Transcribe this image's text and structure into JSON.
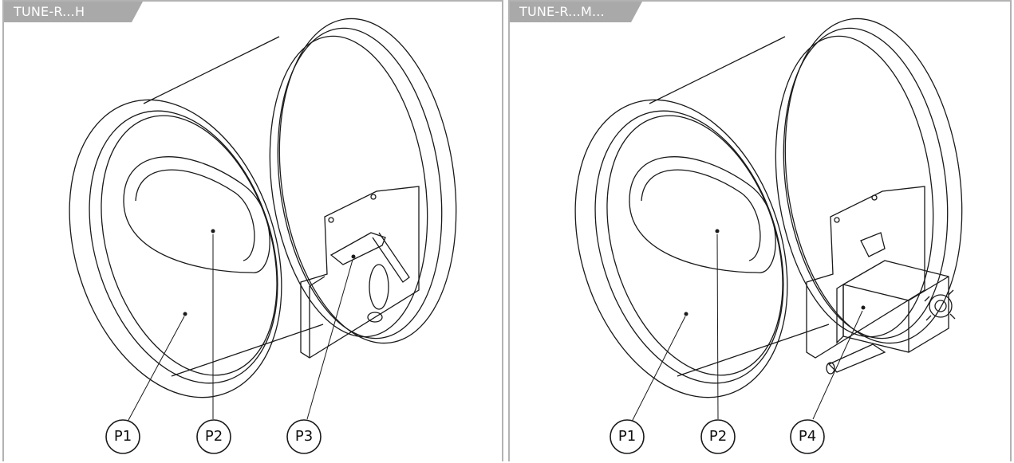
{
  "panels": [
    {
      "tag": "TUNE-R...H",
      "callouts": [
        "P1",
        "P2",
        "P3"
      ]
    },
    {
      "tag": "TUNE-R...M...",
      "callouts": [
        "P1",
        "P2",
        "P4"
      ]
    }
  ],
  "colors": {
    "line": "#1a1a1a",
    "frame": "#b3b3b3",
    "tag_bg": "#a9a9a9",
    "tag_text": "#ffffff"
  },
  "drawing_subject": "circular duct damper"
}
